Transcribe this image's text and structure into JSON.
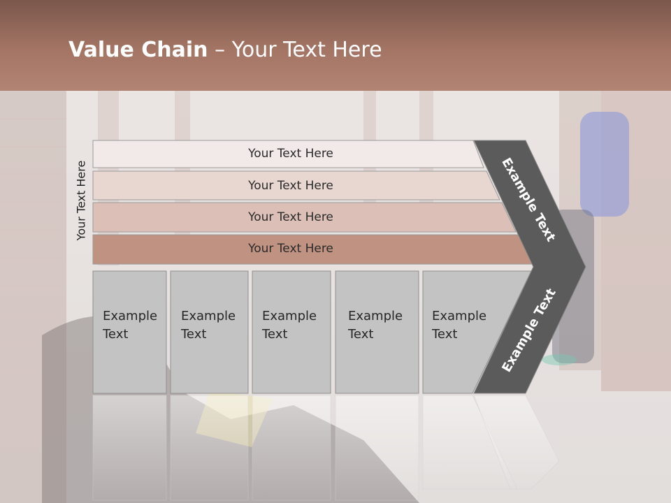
{
  "title": {
    "bold": "Value Chain",
    "rest": " – Your Text Here"
  },
  "side_label": "Your Text Here",
  "bands": [
    {
      "label": "Your Text Here",
      "color": "#f2eae8"
    },
    {
      "label": "Your Text Here",
      "color": "#e8d6d0"
    },
    {
      "label": "Your Text Here",
      "color": "#dcc0b8"
    },
    {
      "label": "Your Text Here",
      "color": "#c09282"
    }
  ],
  "boxes": [
    {
      "line1": "Example",
      "line2": "Text"
    },
    {
      "line1": "Example",
      "line2": "Text"
    },
    {
      "line1": "Example",
      "line2": "Text"
    },
    {
      "line1": "Example",
      "line2": "Text"
    },
    {
      "line1": "Example",
      "line2": "Text"
    }
  ],
  "chevron": {
    "upper_text": "Example Text",
    "lower_text": "Example Text",
    "color": "#5b5b5b"
  },
  "box_color": "#c3c3c3"
}
